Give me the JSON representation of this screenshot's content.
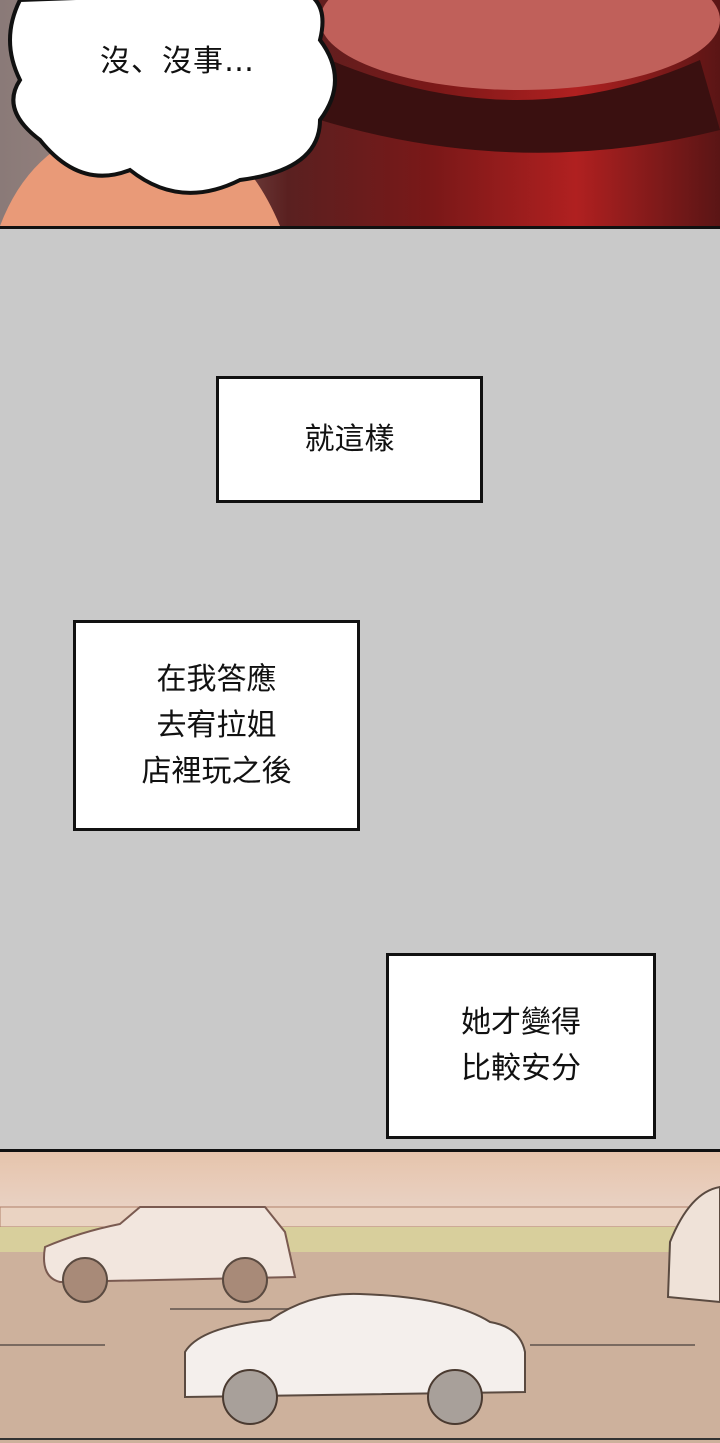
{
  "panels": {
    "top": {
      "speech": "沒、沒事…"
    },
    "caption_1": {
      "lines": [
        "就這樣"
      ]
    },
    "caption_2": {
      "lines": [
        "在我答應",
        "去宥拉姐",
        "店裡玩之後"
      ]
    },
    "caption_3": {
      "lines": [
        "她才變得",
        "比較安分"
      ]
    }
  },
  "colors": {
    "gutter": "#c9c9c9",
    "border": "#111111"
  }
}
